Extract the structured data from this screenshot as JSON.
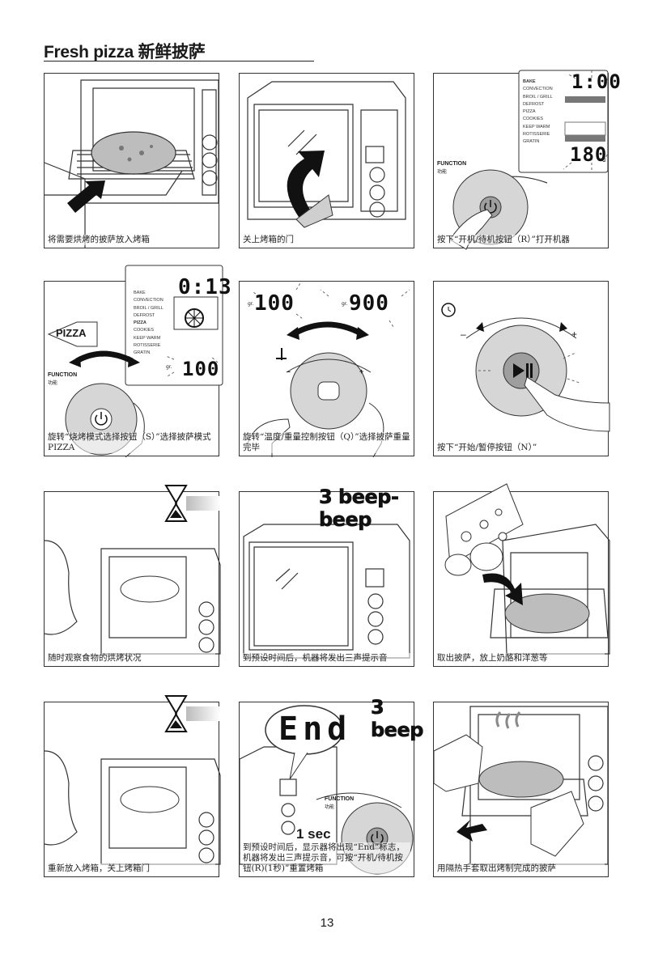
{
  "header": {
    "title": "Fresh pizza 新鲜披萨"
  },
  "display": {
    "menu_items": [
      "BAKE",
      "CONVECTION",
      "BROIL / GRILL",
      "DEFROST",
      "PIZZA",
      "COOKIES",
      "KEEP WARM",
      "ROTISSERIE",
      "GRATIN"
    ],
    "time_initial": "1:00",
    "temp_initial": "180",
    "temp_unit": "°C",
    "time_pizza": "0:13",
    "weight_pizza": "100",
    "weight_unit": "gr.",
    "weight_min": "100",
    "weight_max": "900",
    "function_label": "FUNCTION",
    "function_label_zh": "功能",
    "pizza_tag": "PIZZA",
    "end_text": "End"
  },
  "annotations": {
    "beep3_twice": "3 beep-beep",
    "beep3": "3 beep",
    "one_sec": "1 sec",
    "minus": "–",
    "plus": "+"
  },
  "steps": [
    {
      "caption": "将需要烘烤的披萨放入烤箱"
    },
    {
      "caption": "关上烤箱的门"
    },
    {
      "caption": "按下“开机/待机按钮（R）”打开机器"
    },
    {
      "caption": "旋转“烧烤模式选择按钮（S）”选择披萨模式PIZZA"
    },
    {
      "caption": "旋转“温度/重量控制按钮（Q）”选择披萨重量完毕"
    },
    {
      "caption": "按下“开始/暂停按钮（N）”"
    },
    {
      "caption": "随时观察食物的烘烤状况"
    },
    {
      "caption": "到预设时间后，机器将发出三声提示音"
    },
    {
      "caption": "取出披萨，放上奶酪和洋葱等"
    },
    {
      "caption": "重新放入烤箱，关上烤箱门"
    },
    {
      "caption": "到预设时间后，显示器将出现“End”标志，机器将发出三声提示音，可按“开机/待机按钮(R)(1秒)”重置烤箱"
    },
    {
      "caption": "用隔热手套取出烤制完成的披萨"
    }
  ],
  "footer": {
    "page_number": "13"
  }
}
